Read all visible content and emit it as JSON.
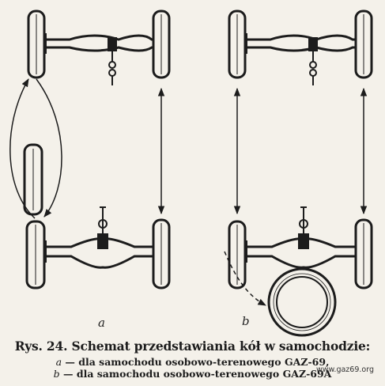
{
  "figure": {
    "panels": [
      {
        "label": "a"
      },
      {
        "label": "b"
      }
    ],
    "caption_title": "Rys. 24. Schemat przedstawiania kół w samochodzie:",
    "caption_lines": [
      {
        "letter": "a",
        "text": " — dla samochodu osobowo-terenowego GAZ-69,"
      },
      {
        "letter": "b",
        "text": " — dla samochodu osobowo-terenowego GAZ-69A"
      }
    ],
    "watermark": "www.gaz69.org"
  },
  "colors": {
    "ink": "#1c1c1c",
    "paper": "#f4f1ea"
  }
}
